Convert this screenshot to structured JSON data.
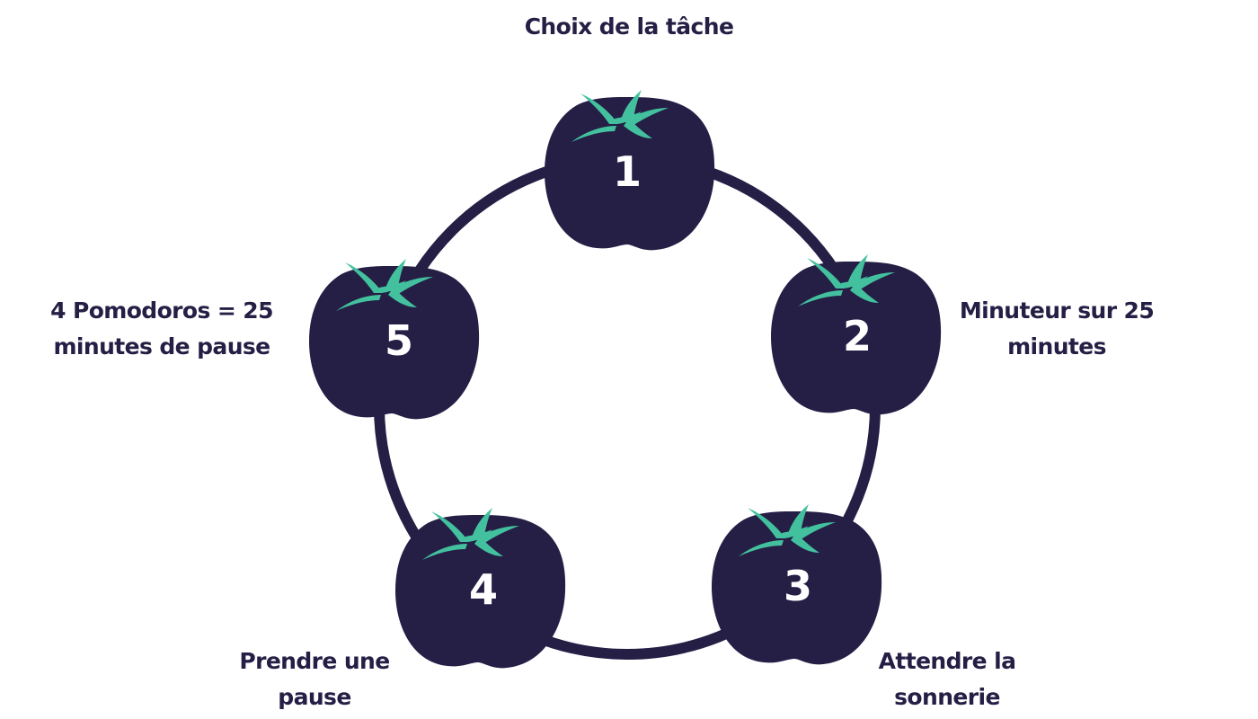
{
  "colors": {
    "tomato": "#251e45",
    "leaf": "#43c19f",
    "ring": "#251e45",
    "text": "#251e45",
    "number": "#ffffff"
  },
  "icons": {
    "tomato": "tomato-icon",
    "leaf": "leaf-icon"
  },
  "steps": [
    {
      "number": "1",
      "label_lines": [
        "Choix de la tâche"
      ]
    },
    {
      "number": "2",
      "label_lines": [
        "Minuteur sur 25",
        "minutes"
      ]
    },
    {
      "number": "3",
      "label_lines": [
        "Attendre la",
        "sonnerie"
      ]
    },
    {
      "number": "4",
      "label_lines": [
        "Prendre une",
        "pause"
      ]
    },
    {
      "number": "5",
      "label_lines": [
        "4 Pomodoros = 25",
        "minutes de pause"
      ]
    }
  ]
}
